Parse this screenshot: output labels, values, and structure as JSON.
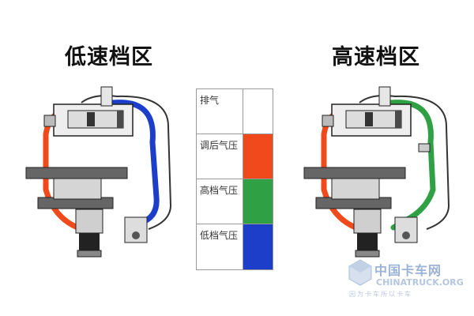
{
  "titles": {
    "left": "低速档区",
    "right": "高速档区"
  },
  "legend": [
    {
      "label": "排气",
      "color": "#ffffff"
    },
    {
      "label": "调后气压",
      "color": "#f04a1c"
    },
    {
      "label": "高档气压",
      "color": "#2fa044"
    },
    {
      "label": "低档气压",
      "color": "#1c3ec8"
    }
  ],
  "watermark": {
    "cn": "中国卡车网",
    "en": "CHINATRUCK.ORG",
    "small": "因为卡车所以卡车"
  },
  "colors": {
    "exhaust": "#ffffff",
    "regulated": "#f04a1c",
    "high": "#2fa044",
    "low": "#1c3ec8",
    "metal": "#4a4a4a"
  }
}
